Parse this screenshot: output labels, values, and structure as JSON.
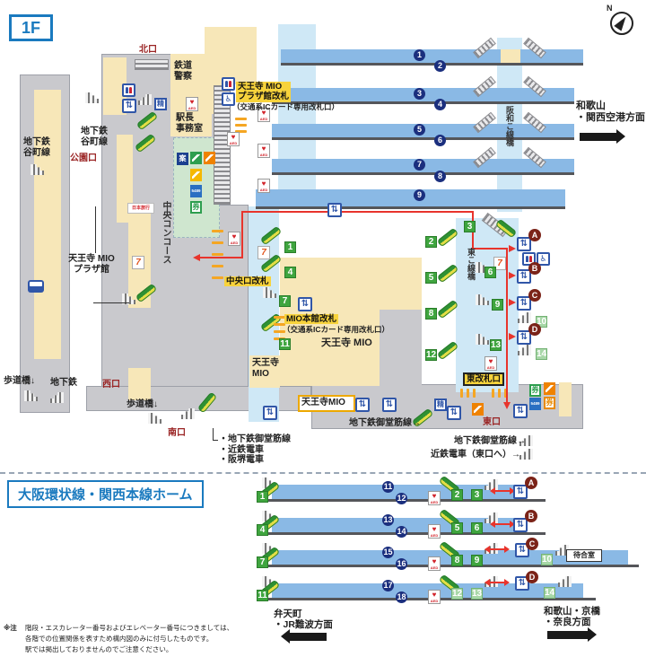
{
  "floor_label": "1F",
  "compass_label": "N",
  "top_map": {
    "exits": {
      "north": "北口",
      "park": "公園口",
      "west": "西口",
      "south": "南口",
      "east": "東口"
    },
    "areas": {
      "railway_police": "鉄道\n警察",
      "station_master": "駅長\n事務室",
      "central_concourse": "中央コンコース",
      "tanimachi_line": "地下鉄\n谷町線",
      "mio_plaza_bldg": "天王寺 MIO\nプラザ館",
      "mio_area": "天王寺 MIO",
      "mio_block": "天王寺\nMIO",
      "mio_south_box": "天王寺MIO",
      "nippon_travel": "日本旅行",
      "subway": "地下鉄"
    },
    "gates": {
      "plaza": "天王寺 MIO\nプラザ館改札",
      "ic_note": "（交通系ICカード専用改札口）",
      "central": "中央口改札",
      "mio_main": "MIO本館改札",
      "east": "東改札口"
    },
    "bridges": {
      "hanwa": "阪和こ線橋",
      "east": "東こ線橋"
    },
    "directions": {
      "wakayama_airport": "和歌山\n・関西空港方面",
      "pedestrian_bridge": "歩道橋↓",
      "south_exit_list": "・地下鉄御堂筋線\n・近鉄電車\n・阪堺電車",
      "midosuji_arrow": "地下鉄御堂筋線→",
      "kintetsu_arrow": "近鉄電車（東口へ）→"
    },
    "tracks": [
      "1",
      "2",
      "3",
      "4",
      "5",
      "6",
      "7",
      "8",
      "9"
    ],
    "stair_numbers": [
      "1",
      "2",
      "3",
      "4",
      "5",
      "6",
      "7",
      "8",
      "9",
      "10",
      "11",
      "12",
      "13",
      "14"
    ],
    "elevator_letters": [
      "A",
      "B",
      "C",
      "D"
    ]
  },
  "bottom_map": {
    "title": "大阪環状線・関西本線ホーム",
    "tracks": [
      "11",
      "12",
      "13",
      "14",
      "15",
      "16",
      "17",
      "18"
    ],
    "stair_numbers_left": [
      "1",
      "4",
      "7",
      "11"
    ],
    "stair_numbers_right": [
      "2",
      "3",
      "5",
      "6",
      "8",
      "9",
      "12",
      "13"
    ],
    "stair_numbers_outer": [
      "10",
      "14"
    ],
    "elevator_letters": [
      "A",
      "B",
      "C",
      "D"
    ],
    "waiting_room": "待合室",
    "direction_left": "弁天町\n・JR難波方面",
    "direction_right": "和歌山・京橋\n・奈良方面"
  },
  "note": {
    "mark": "※注",
    "line1": "階段・エスカレーター番号およびエレベーター番号につきましては、",
    "line2": "各階での位置関係を表すため構内図のみに付与したものです。",
    "line3": "駅では掲出しておりませんのでご注意ください。"
  },
  "icons": {
    "aed_heart": "♥",
    "aed_label": "AED",
    "seven_eleven": "7",
    "wheelchair": "♿",
    "elevator_glyph": "⇅",
    "ticket": "券",
    "ticket_5489": "5489",
    "fare_adjust": "精",
    "info": "案"
  },
  "colors": {
    "accent_blue": "#1a7abf",
    "platform_blue": "#8ab9e5",
    "band_blue": "#cfe8f6",
    "building_cream": "#f7e7b8",
    "concourse_gray": "#c9c9cd",
    "ticket_area_green": "#cfe6cf",
    "square_green": "#3fa53f",
    "circle_navy": "#1b2f7e",
    "elevator_letter_brown": "#7b2318",
    "label_yellow": "#f8d33c",
    "route_red": "#e8342c",
    "gate_orange": "#f5a623",
    "exit_text_red": "#992222"
  }
}
